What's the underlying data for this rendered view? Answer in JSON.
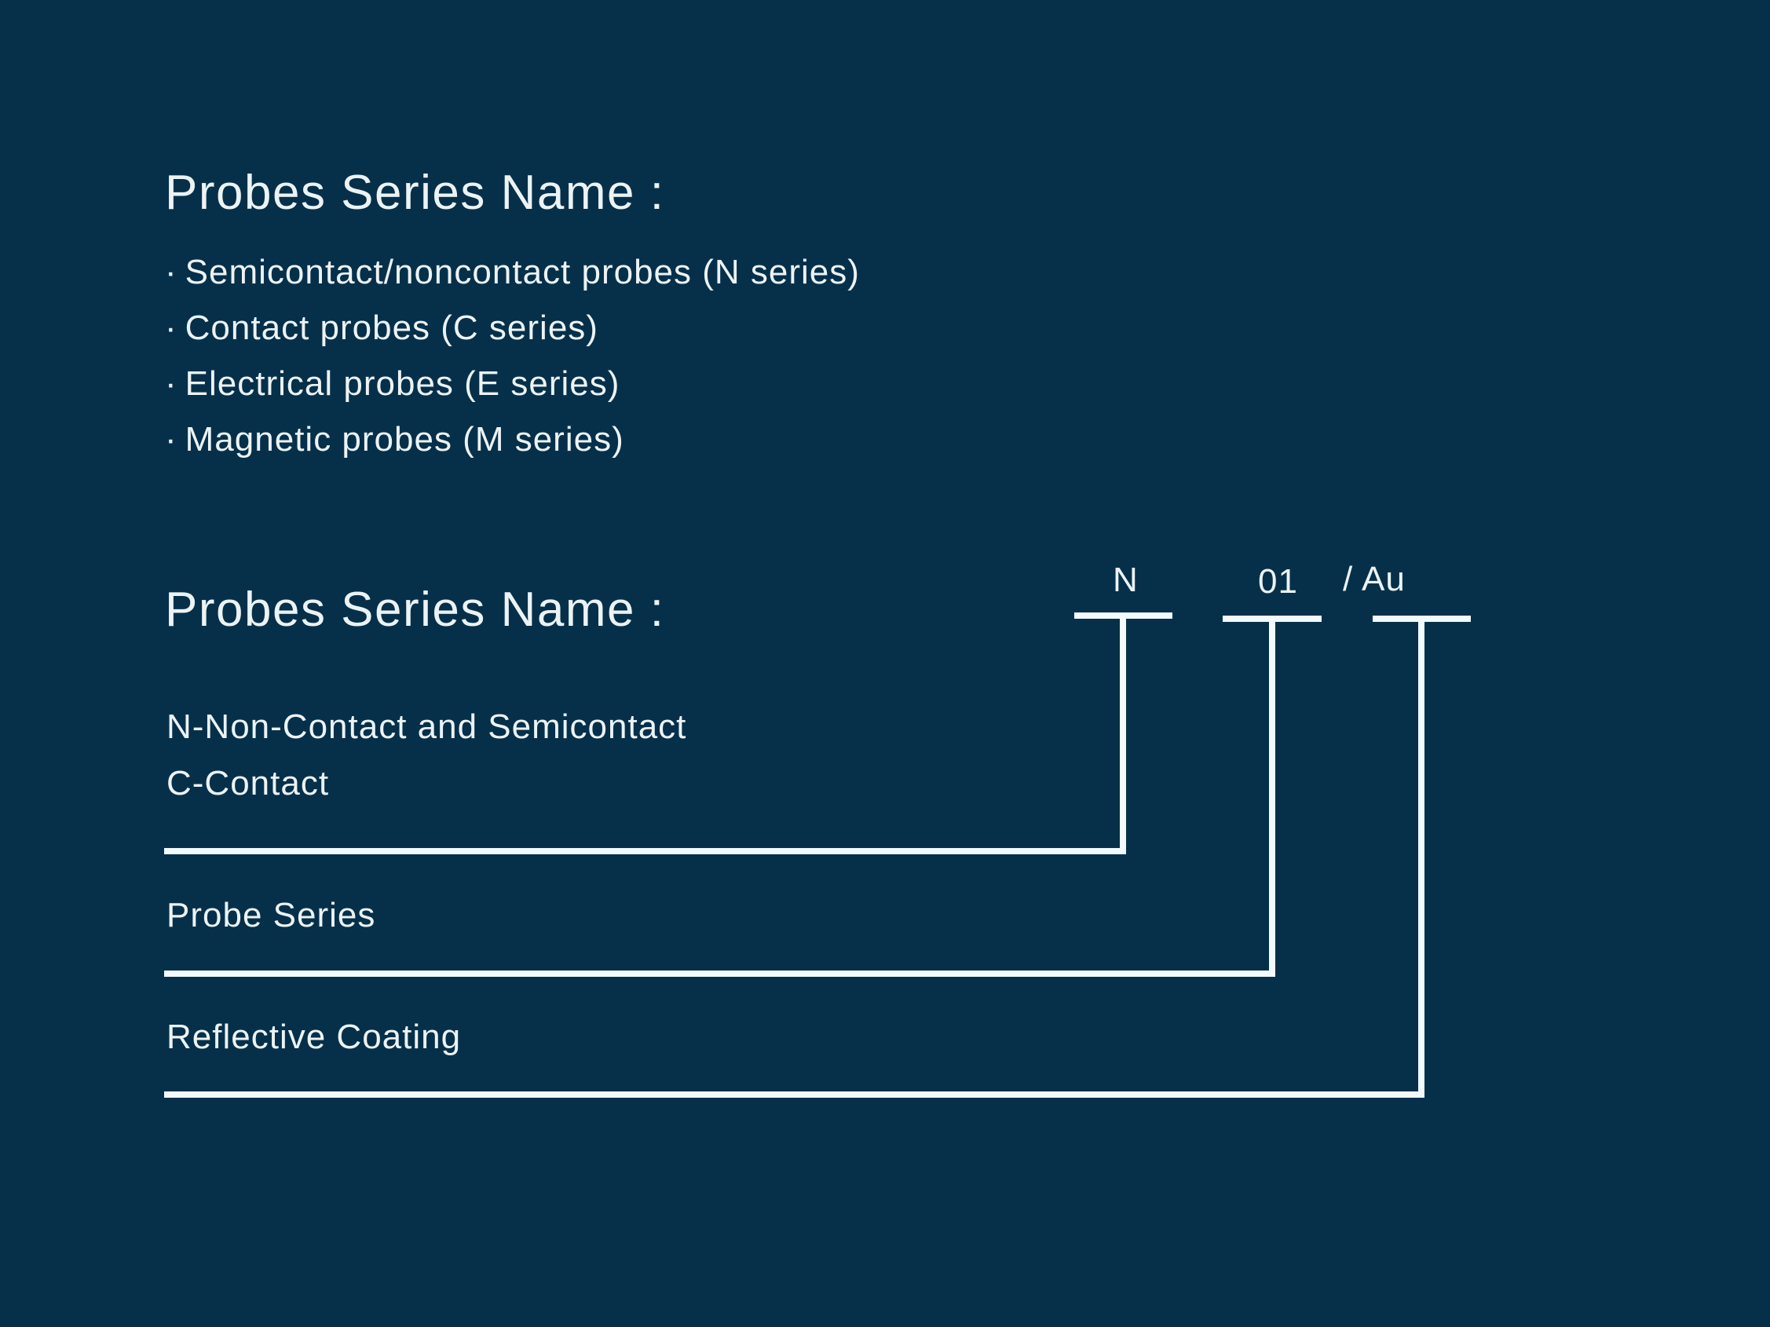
{
  "colors": {
    "background": "#06304A",
    "text": "#ECF3F4",
    "line": "#F2FAFD"
  },
  "section1": {
    "title": "Probes Series Name :",
    "bullet_char": "·",
    "bullets": [
      "Semicontact/noncontact probes (N series)",
      "Contact probes (C series)",
      "Electrical probes (E series)",
      "Magnetic probes (M series)"
    ]
  },
  "section2": {
    "title": "Probes Series Name :"
  },
  "diagram": {
    "code": {
      "segments": [
        {
          "label": "N"
        },
        {
          "label": "01"
        },
        {
          "label": "/ Au"
        }
      ]
    },
    "callouts": [
      {
        "lines": [
          "N-Non-Contact and Semicontact",
          "C-Contact"
        ]
      },
      {
        "lines": [
          "Probe Series"
        ]
      },
      {
        "lines": [
          "Reflective Coating"
        ]
      }
    ]
  }
}
